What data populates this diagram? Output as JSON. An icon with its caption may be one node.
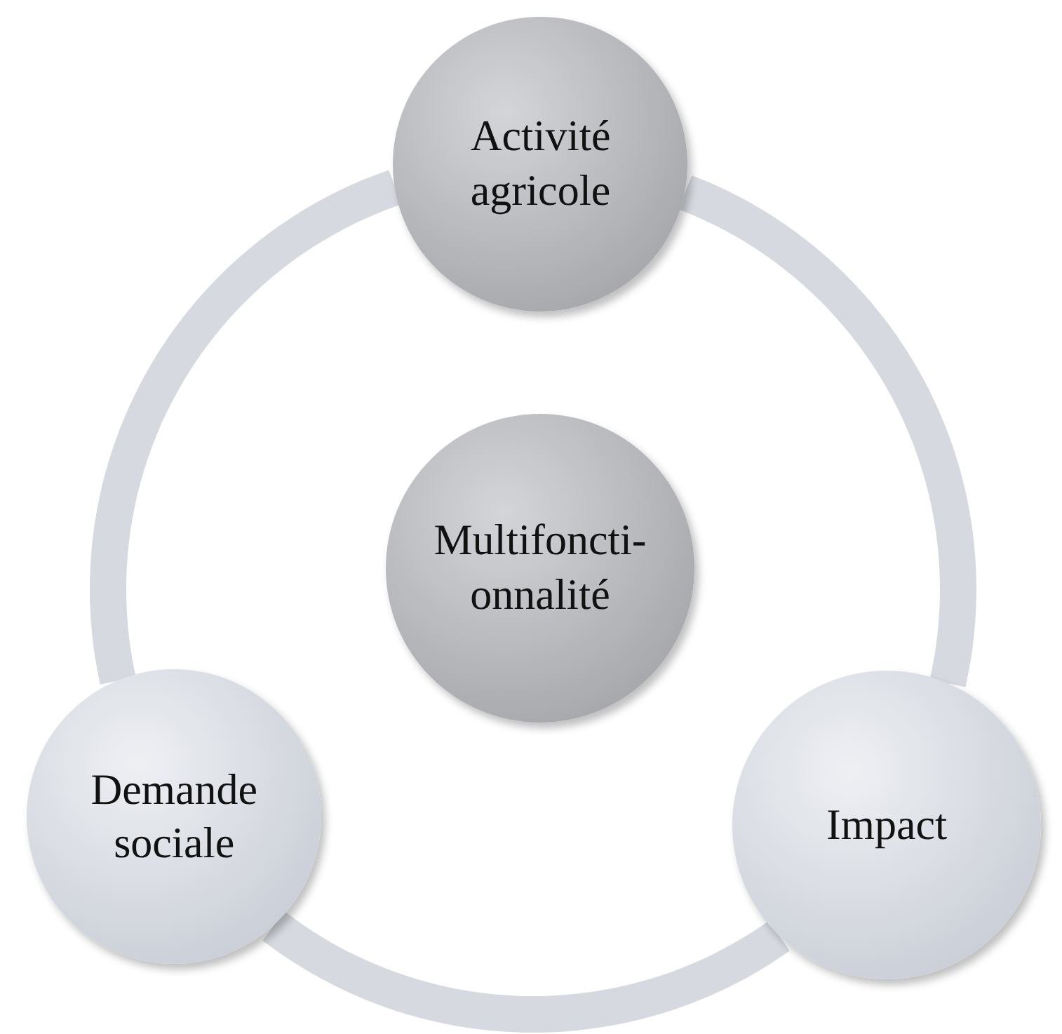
{
  "diagram": {
    "nodes": [
      {
        "text": [
          "Activité agricole"
        ]
      },
      {
        "text": [
          "Multifoncti- onnalité"
        ]
      },
      {
        "text": [
          "Demande sociale"
        ]
      },
      {
        "text": [
          "Impact"
        ]
      }
    ],
    "edges": [
      {
        "from": 0,
        "to": 3,
        "arrow": "none"
      },
      {
        "from": 3,
        "to": 2,
        "arrow": "none"
      },
      {
        "from": 2,
        "to": 0,
        "arrow": "none"
      }
    ]
  }
}
